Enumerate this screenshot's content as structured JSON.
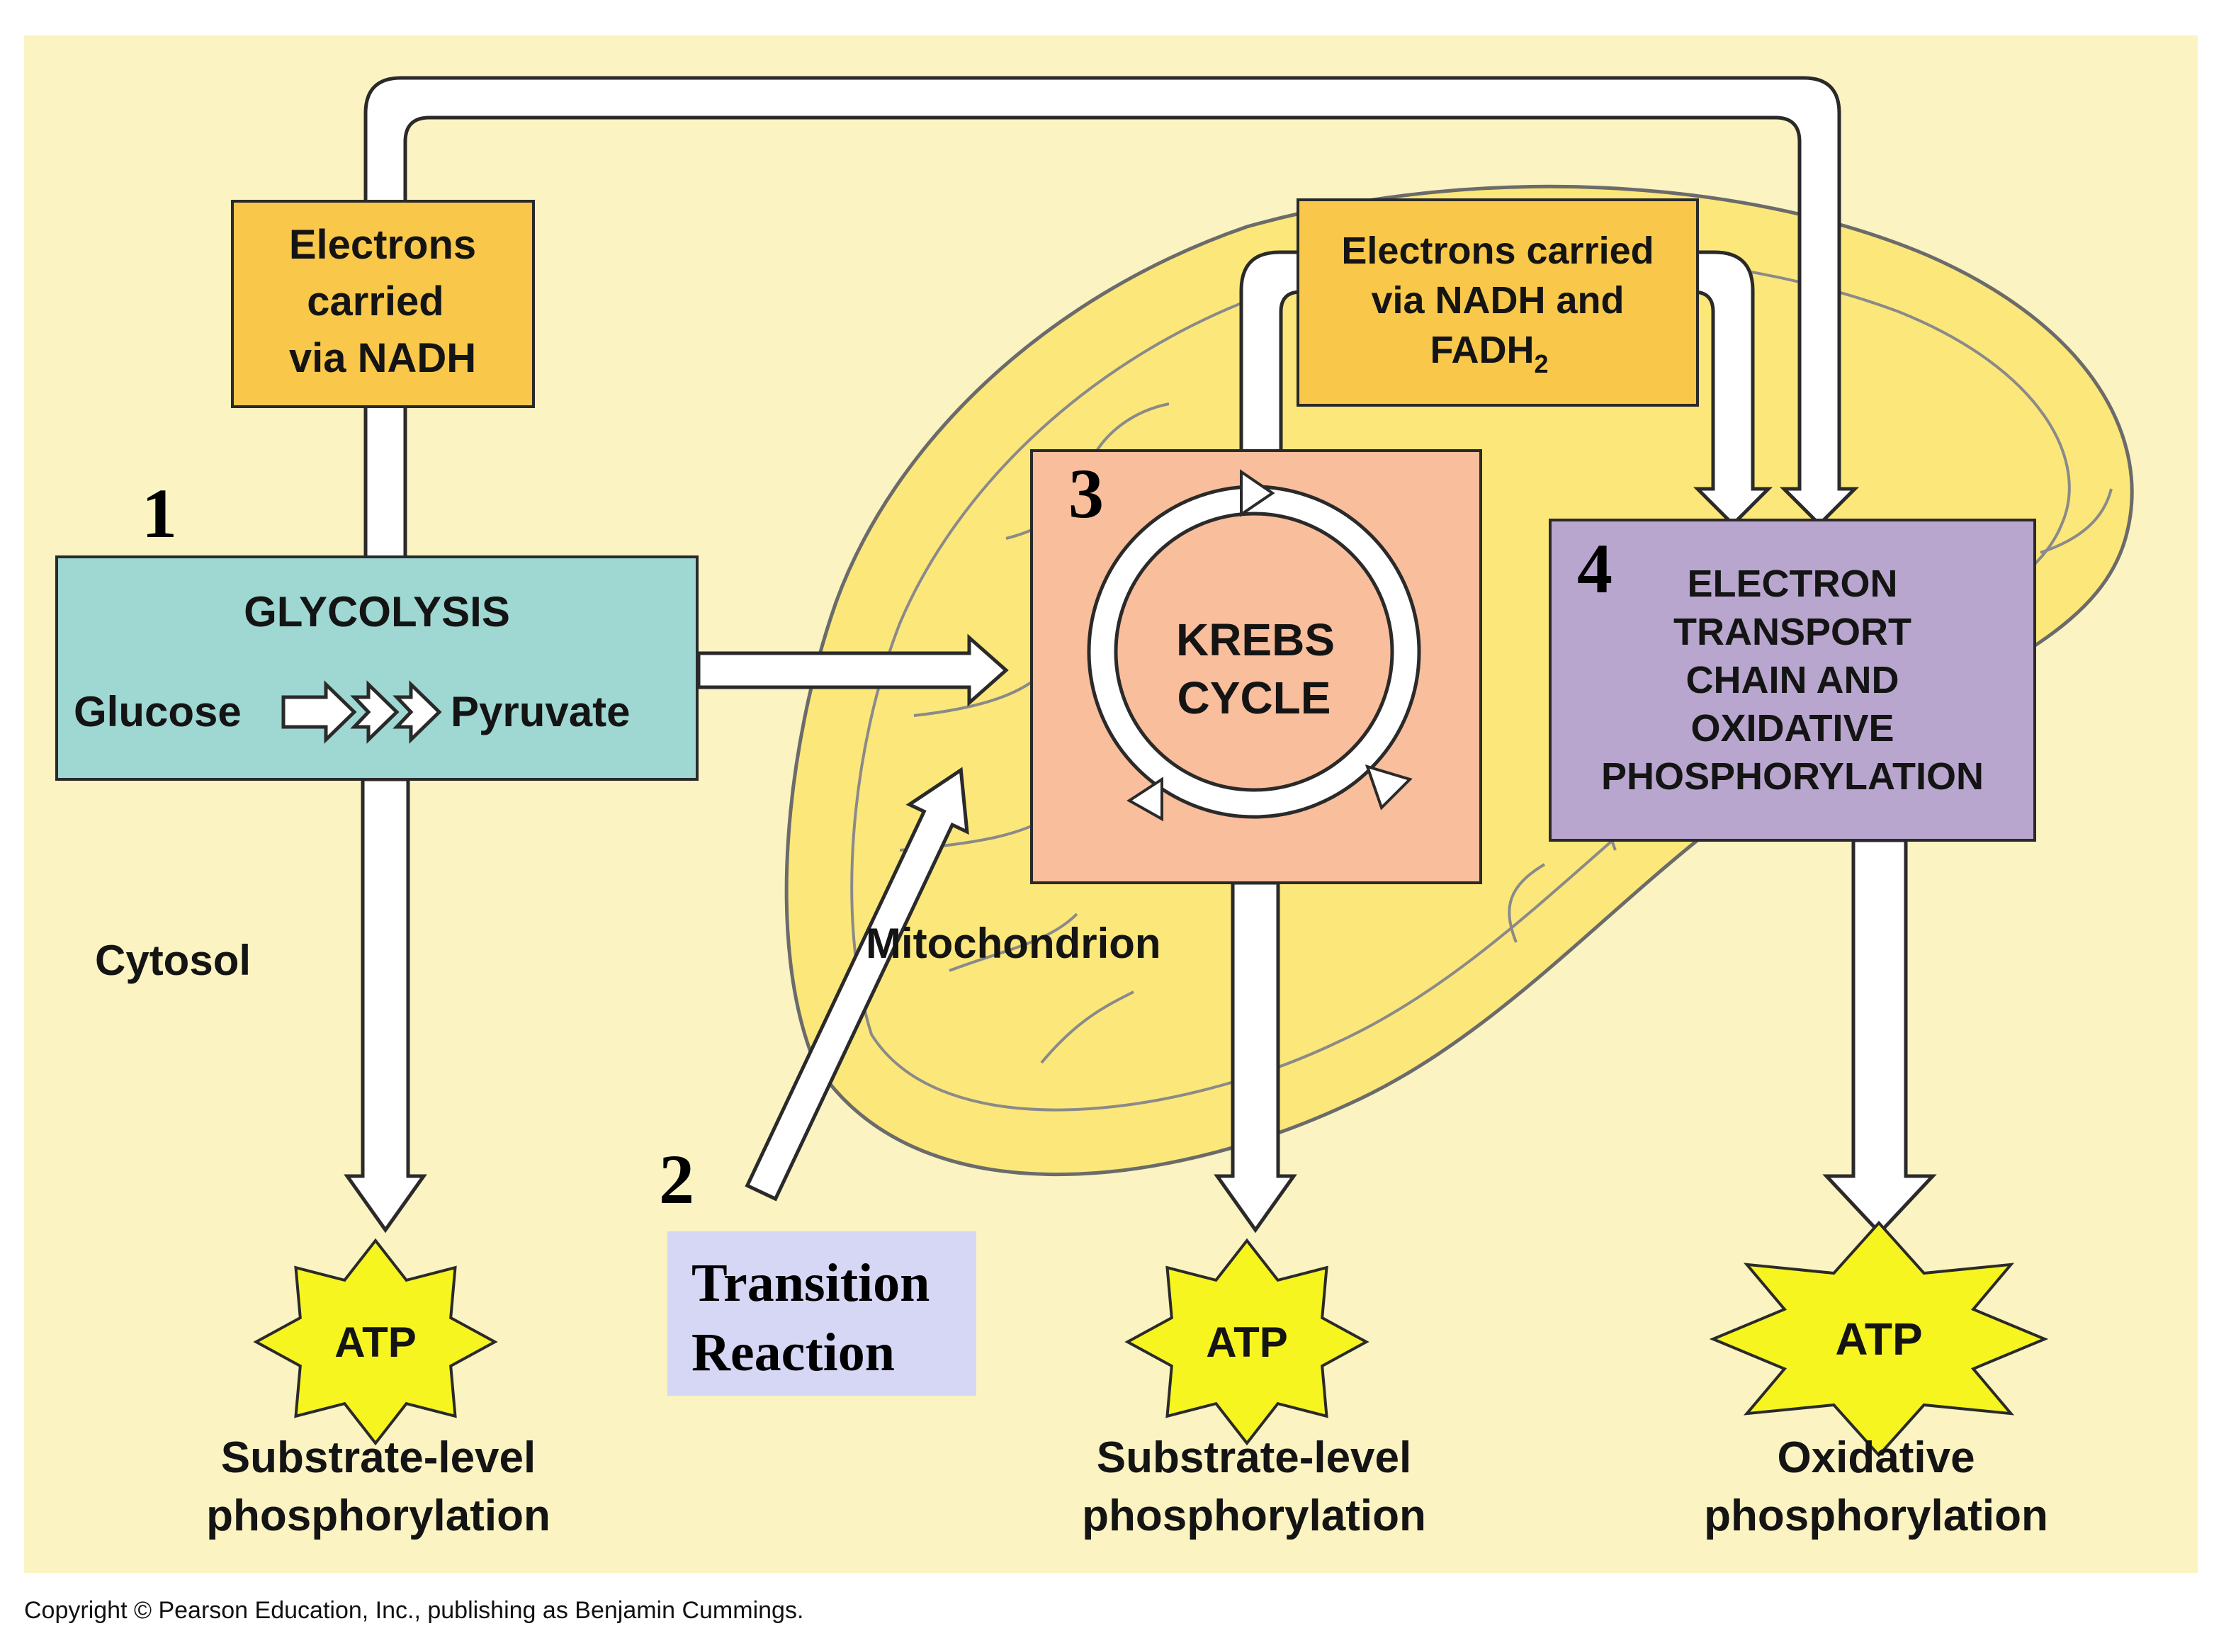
{
  "regions": {
    "cytosol": "Cytosol",
    "mitochondrion": "Mitochondrion"
  },
  "electron_boxes": {
    "left": [
      "Electrons",
      "carried",
      "via NADH"
    ],
    "right_line1": "Electrons carried",
    "right_line2": "via NADH and",
    "right_line3_base": "FADH",
    "right_line3_sub": "2"
  },
  "step_numbers": [
    "1",
    "2",
    "3",
    "4"
  ],
  "glycolysis": {
    "title": "GLYCOLYSIS",
    "input": "Glucose",
    "output": "Pyruvate"
  },
  "krebs": [
    "KREBS",
    "CYCLE"
  ],
  "etc": [
    "ELECTRON",
    "TRANSPORT",
    "CHAIN AND",
    "OXIDATIVE",
    "PHOSPHORYLATION"
  ],
  "transition": [
    "Transition",
    "Reaction"
  ],
  "atp_label": "ATP",
  "outputs": {
    "left": [
      "Substrate-level",
      "phosphorylation"
    ],
    "middle": [
      "Substrate-level",
      "phosphorylation"
    ],
    "right": [
      "Oxidative",
      "phosphorylation"
    ]
  },
  "copyright": "Copyright © Pearson Education, Inc., publishing as Benjamin Cummings.",
  "colors": {
    "background": "#FBF3C2",
    "mitochondrion": "#FCE77A",
    "electron_box": "#F9C84A",
    "glycolysis_box": "#9FD8D2",
    "krebs_box": "#F9BE9C",
    "etc_box": "#B9A6CE",
    "transition_box": "#D6D6F5",
    "atp_star": "#F7F51F"
  }
}
